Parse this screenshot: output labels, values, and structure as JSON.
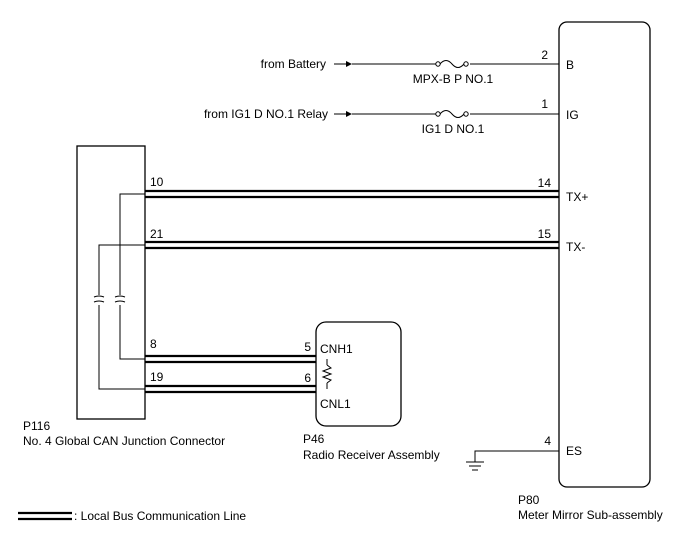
{
  "meter": {
    "code": "P80",
    "name": "Meter Mirror Sub-assembly",
    "pins": {
      "b": {
        "num": "2",
        "label": "B"
      },
      "ig": {
        "num": "1",
        "label": "IG"
      },
      "txp": {
        "num": "14",
        "label": "TX+"
      },
      "txm": {
        "num": "15",
        "label": "TX-"
      },
      "es": {
        "num": "4",
        "label": "ES"
      }
    }
  },
  "junction": {
    "code": "P116",
    "name": "No. 4 Global CAN Junction Connector",
    "pins": {
      "p10": "10",
      "p21": "21",
      "p8": "8",
      "p19": "19"
    }
  },
  "radio": {
    "code": "P46",
    "name": "Radio Receiver Assembly",
    "pins": {
      "cnh1": {
        "num": "5",
        "label": "CNH1"
      },
      "cnl1": {
        "num": "6",
        "label": "CNL1"
      }
    }
  },
  "sources": {
    "battery": "from Battery",
    "ig1": "from IG1 D NO.1 Relay"
  },
  "fuses": {
    "mpx": "MPX-B P NO.1",
    "ig1d": "IG1 D NO.1"
  },
  "legend": {
    "label": ": Local Bus Communication Line"
  }
}
